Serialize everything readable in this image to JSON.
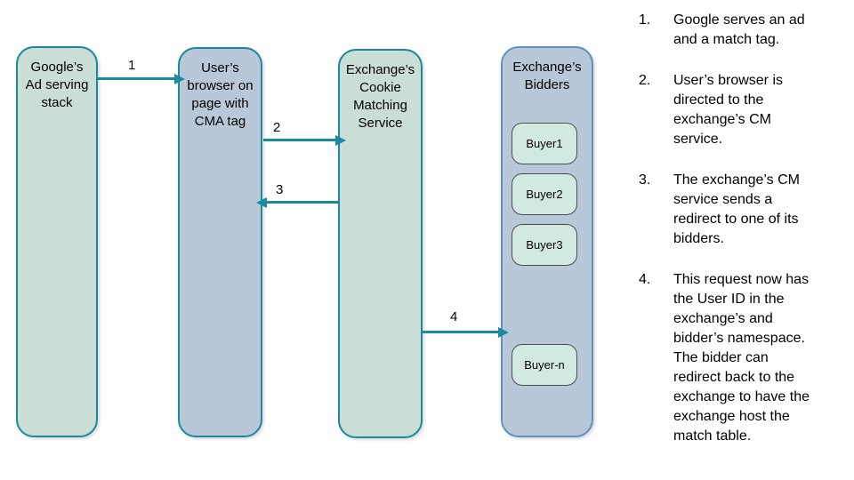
{
  "colors": {
    "teal": "#1b8a9e",
    "green_fill": "#cbded5",
    "blue_fill": "#b9c8d8",
    "bidders_border": "#5e8fc9",
    "buyer_fill": "#d2e9e2",
    "buyer_border": "#4d4d4d",
    "text": "#000000"
  },
  "diagram": {
    "nodes": [
      {
        "label": "Google’s\nAd serving\nstack"
      },
      {
        "label": "User’s\nbrowser on\npage with\nCMA tag"
      },
      {
        "label": "Exchange’s\nCookie\nMatching\nService"
      },
      {
        "label": "Exchange’s\nBidders"
      }
    ],
    "buyers": [
      {
        "label": "Buyer1"
      },
      {
        "label": "Buyer2"
      },
      {
        "label": "Buyer3"
      },
      {
        "label": "Buyer-n"
      }
    ],
    "arrows": [
      {
        "label": "1"
      },
      {
        "label": "2"
      },
      {
        "label": "3"
      },
      {
        "label": "4"
      }
    ]
  },
  "steps": [
    {
      "num": "1.",
      "text": "Google serves an ad\nand a match tag."
    },
    {
      "num": "2.",
      "text": "User’s browser is\ndirected to the\nexchange’s CM\nservice."
    },
    {
      "num": "3.",
      "text": "The exchange’s CM\nservice sends a\nredirect to one of its\nbidders."
    },
    {
      "num": "4.",
      "text": "This request now has\nthe User ID in the\nexchange’s and\nbidder’s namespace.\nThe bidder can\nredirect back to the\nexchange to have the\nexchange host the\nmatch table."
    }
  ]
}
